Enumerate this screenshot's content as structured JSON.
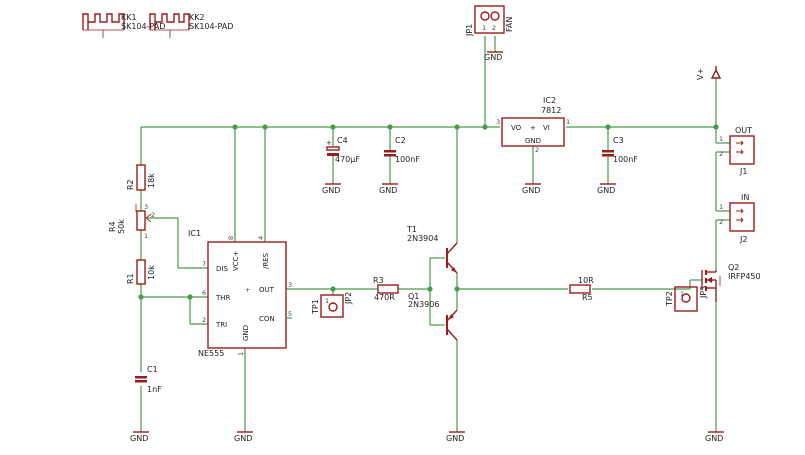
{
  "heatsinks": {
    "kk1": {
      "name": "KK1",
      "value": "SK104-PAD"
    },
    "kk2": {
      "name": "KK2",
      "value": "SK104-PAD"
    }
  },
  "jp1": {
    "name": "JP1",
    "value": "FAN",
    "pin1": "1",
    "pin2": "2"
  },
  "power": {
    "vplus": "V+"
  },
  "ic1": {
    "name": "IC1",
    "value": "NE555",
    "pins": {
      "dis": "DIS",
      "thr": "THR",
      "tri": "TRI",
      "vcc": "VCC+",
      "res": "/RES",
      "out": "OUT",
      "con": "CON",
      "gnd": "GND",
      "n7": "7",
      "n6": "6",
      "n2": "2",
      "n8": "8",
      "n4": "4",
      "n3": "3",
      "n5": "5",
      "n1": "1"
    }
  },
  "ic2": {
    "name": "IC2",
    "value": "7812",
    "vo": "VO",
    "vi": "VI",
    "gnd": "GND",
    "plus": "+",
    "n3": "3",
    "n1": "1",
    "n2": "2"
  },
  "caps": {
    "c1": {
      "name": "C1",
      "value": "1nF"
    },
    "c2": {
      "name": "C2",
      "value": "100nF"
    },
    "c3": {
      "name": "C3",
      "value": "100nF"
    },
    "c4": {
      "name": "C4",
      "value": "470µF"
    }
  },
  "resistors": {
    "r1": {
      "name": "R1",
      "value": "10k"
    },
    "r2": {
      "name": "R2",
      "value": "18k"
    },
    "r3": {
      "name": "R3",
      "value": "470R"
    },
    "r4": {
      "name": "R4",
      "value": "50k",
      "n1": "1",
      "n2": "2",
      "n3": "3"
    },
    "r5": {
      "name": "R5",
      "value": "10R"
    }
  },
  "transistors": {
    "t1": {
      "name": "T1",
      "value": "2N3904"
    },
    "q1": {
      "name": "Q1",
      "value": "2N3906"
    },
    "q2": {
      "name": "Q2",
      "value": "IRFP450"
    }
  },
  "testpoints": {
    "tp1": {
      "name": "TP1",
      "jp": "JP2",
      "pin": "1"
    },
    "tp2": {
      "name": "TP2",
      "jp": "JP3",
      "pin": "1"
    }
  },
  "connectors": {
    "j1": {
      "name": "J1",
      "value": "OUT",
      "n1": "1",
      "n2": "2"
    },
    "j2": {
      "name": "J2",
      "value": "IN",
      "n1": "1",
      "n2": "2"
    }
  },
  "ground_label": "GND"
}
